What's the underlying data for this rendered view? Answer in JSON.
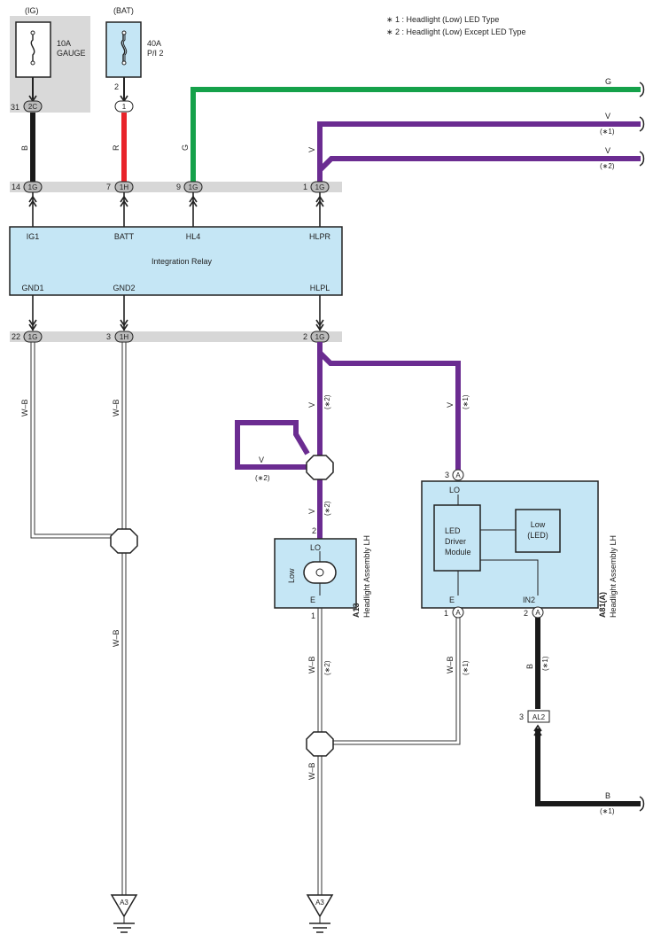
{
  "notes": {
    "note1": "∗ 1 : Headlight (Low) LED Type",
    "note2": "∗ 2 : Headlight (Low) Except LED Type"
  },
  "fuses": {
    "ig": {
      "source": "(IG)",
      "rating": "10A",
      "name": "GAUGE",
      "pin": "31",
      "conn": "2C"
    },
    "bat": {
      "source": "(BAT)",
      "rating": "40A",
      "name": "P/I 2",
      "pin": "2",
      "conn": "1"
    }
  },
  "wires": {
    "ig_color": "B",
    "bat_color": "R",
    "hl4_color": "G",
    "hlpr_color": "V",
    "hlpr_note1": "(∗1)",
    "hlpr_note2": "(∗2)",
    "gnd1_color": "W–B",
    "gnd2_color": "W–B",
    "hlpl_color": "V",
    "hlpl_note2": "(∗2)",
    "hlpl_note1": "(∗1)",
    "loop_color": "V",
    "loop_note": "(∗2)",
    "a13_lo_color": "V",
    "a13_lo_note": "(∗2)",
    "a13_e_color": "W–B",
    "a13_e_note": "(∗2)",
    "a81_e_color": "W–B",
    "a81_e_note": "(∗1)",
    "a81_in2_color": "B",
    "a81_in2_note": "(∗1)",
    "gnd2_lower_color": "W–B",
    "a13_lower_color": "W–B",
    "right_g": "G",
    "right_v1": "V",
    "right_v1_note": "(∗1)",
    "right_v2": "V",
    "right_v2_note": "(∗2)",
    "right_b": "B",
    "right_b_note": "(∗1)"
  },
  "top_connectors": [
    {
      "pin": "14",
      "conn": "1G"
    },
    {
      "pin": "7",
      "conn": "1H"
    },
    {
      "pin": "9",
      "conn": "1G"
    },
    {
      "pin": "1",
      "conn": "1G"
    }
  ],
  "bottom_connectors": [
    {
      "pin": "22",
      "conn": "1G"
    },
    {
      "pin": "3",
      "conn": "1H"
    },
    {
      "pin": "2",
      "conn": "1G"
    }
  ],
  "relay": {
    "title": "Integration Relay",
    "ig1": "IG1",
    "batt": "BATT",
    "hl4": "HL4",
    "hlpr": "HLPR",
    "gnd1": "GND1",
    "gnd2": "GND2",
    "hlpl": "HLPL"
  },
  "a13": {
    "code": "A13",
    "name": "Headlight Assembly LH",
    "lo": "LO",
    "e": "E",
    "low": "Low",
    "pin_lo": "2",
    "pin_e": "1"
  },
  "a81": {
    "code": "A81(A)",
    "name": "Headlight Assembly LH",
    "lo": "LO",
    "e": "E",
    "in2": "IN2",
    "pin_lo": "3",
    "pin_e": "1",
    "pin_in2": "2",
    "conn": "A",
    "module": [
      "LED",
      "Driver",
      "Module"
    ],
    "led": [
      "Low",
      "(LED)"
    ]
  },
  "al2": {
    "pin": "3",
    "conn": "AL2"
  },
  "grounds": {
    "left": "A3",
    "right": "A3"
  },
  "colors": {
    "green": "#15a14a",
    "purple": "#6b2c91",
    "red": "#e8232a",
    "black": "#1a1a1a",
    "component": "#c5e6f5",
    "band": "#d7d7d7"
  }
}
